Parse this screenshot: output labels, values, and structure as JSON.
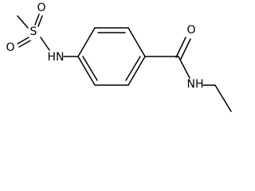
{
  "molecule": {
    "atoms": {
      "sulfur": "S",
      "sulfonyl_oxygen_top": "O",
      "sulfonyl_oxygen_bottom": "O",
      "sulfonamide_nitrogen": "HN",
      "carbonyl_oxygen": "O",
      "amide_nitrogen": "NH"
    }
  }
}
